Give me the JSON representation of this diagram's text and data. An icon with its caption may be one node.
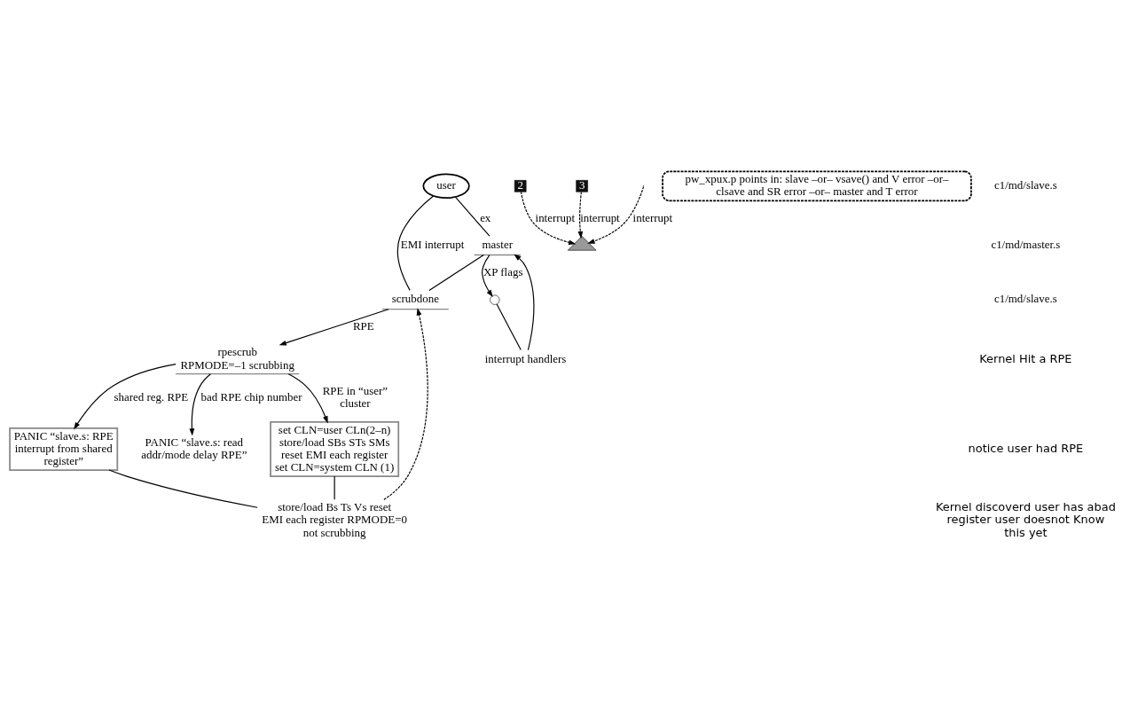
{
  "diagram": {
    "nodes": [
      {
        "text": [
          "scrubdone"
        ]
      },
      {
        "text": [
          "rpescrub",
          "RPMODE=–1 scrubbing"
        ]
      },
      {
        "text": [
          "PANIC “slave.s: RPE interrupt from shared register”"
        ]
      },
      {
        "text": [
          "PANIC “slave.s: read addr/mode delay RPE”"
        ]
      },
      {
        "text": [
          "set CLN=user CLn(2–n) store/load SBs STs SMs reset EMI each register set CLN=system CLN (1)"
        ]
      },
      {
        "text": [
          "store/load Bs Ts Vs reset EMI each register RPMODE=0 not scrubbing"
        ]
      },
      {
        "text": [
          "master"
        ]
      },
      {
        "text": [],
        "shape": "circle"
      },
      {
        "text": [
          "interrupt handlers"
        ]
      },
      {
        "text": [
          "user"
        ]
      },
      {
        "text": [
          "2"
        ]
      },
      {
        "text": [
          "pw_xpux.p points in: slave –or– vsave() and V error –or– clsave and SR error –or– master and T error"
        ]
      },
      {
        "text": [
          "3"
        ]
      },
      {
        "text": [],
        "shape": "triangle"
      }
    ],
    "edges": [
      {
        "from": 0,
        "to": 1,
        "arrow": "to",
        "label": "RPE"
      },
      {
        "from": 1,
        "to": 3,
        "arrow": "to",
        "label": "bad RPE chip number"
      },
      {
        "from": 1,
        "to": 2,
        "arrow": "to",
        "label": "shared reg. RPE"
      },
      {
        "from": 1,
        "to": 4,
        "arrow": "to",
        "label": "RPE in “user” cluster"
      },
      {
        "from": 4,
        "to": 5,
        "arrow": "none"
      },
      {
        "from": 2,
        "to": 5,
        "arrow": "none"
      },
      {
        "from": 5,
        "to": 0,
        "arrow": "to",
        "style": "dashed"
      },
      {
        "from": 9,
        "to": 0,
        "arrow": "none",
        "label": "EMI interrupt"
      },
      {
        "from": 9,
        "to": 6,
        "arrow": "none",
        "label": "ex"
      },
      {
        "from": 6,
        "to": 0,
        "arrow": "none"
      },
      {
        "from": 6,
        "to": 7,
        "arrow": "to",
        "label": "XP flags"
      },
      {
        "from": 7,
        "to": 8,
        "arrow": "none"
      },
      {
        "from": 8,
        "to": 6,
        "arrow": "to"
      },
      {
        "from": null,
        "to": 13,
        "arrow": "to",
        "style": "dashed",
        "label": "interrupt"
      },
      {
        "from": 10,
        "to": 13,
        "arrow": "to",
        "style": "dashed",
        "label": "interrupt"
      },
      {
        "from": 12,
        "to": 13,
        "arrow": "to",
        "style": "dashed",
        "label": "interrupt"
      }
    ],
    "labels": [
      "c1/md/slave.s",
      "c1/md/master.s",
      "c1/md/slave.s",
      "Kernel Hit a RPE",
      "notice user had RPE",
      "Kernel discoverd user has abad register user doesnot Know this yet"
    ]
  }
}
